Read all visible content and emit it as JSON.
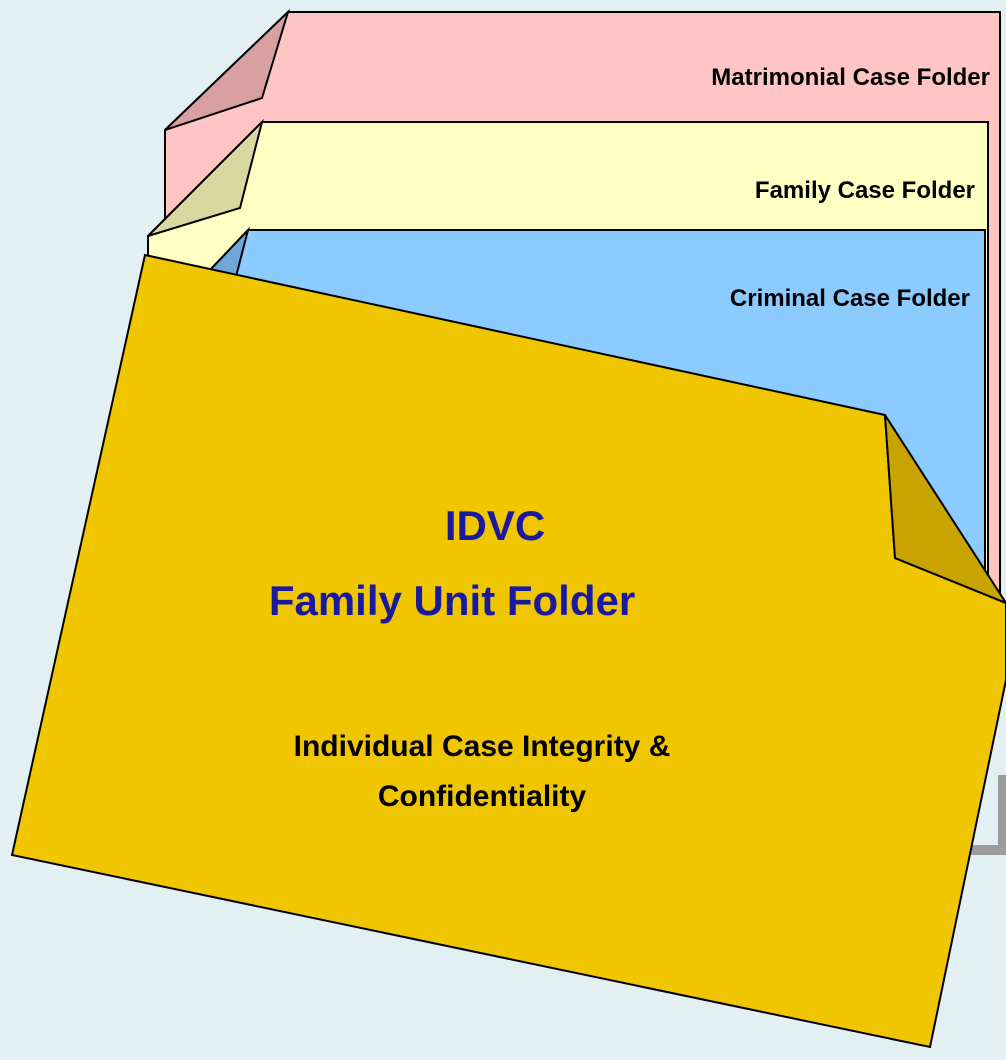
{
  "folders": [
    {
      "id": "matrimonial",
      "label": "Matrimonial Case Folder",
      "fill": "#ffc4c4",
      "tab_fill": "#d8a0a0"
    },
    {
      "id": "family",
      "label": "Family Case Folder",
      "fill": "#ffffc4",
      "tab_fill": "#d8d8a0"
    },
    {
      "id": "criminal",
      "label": "Criminal Case Folder",
      "fill": "#8ccbff",
      "tab_fill": "#6fa8d8"
    }
  ],
  "main_folder": {
    "title": "IDVC",
    "subtitle": "Family Unit Folder",
    "description_line1": "Individual Case Integrity &",
    "description_line2": "Confidentiality",
    "fill": "#f0c600",
    "flap_fill": "#c9a400",
    "title_color": "#1a1a9e",
    "text_color": "#000000"
  },
  "colors": {
    "background": "#e2f0f4",
    "connector": "#9c9c9c",
    "outline": "#000000"
  }
}
